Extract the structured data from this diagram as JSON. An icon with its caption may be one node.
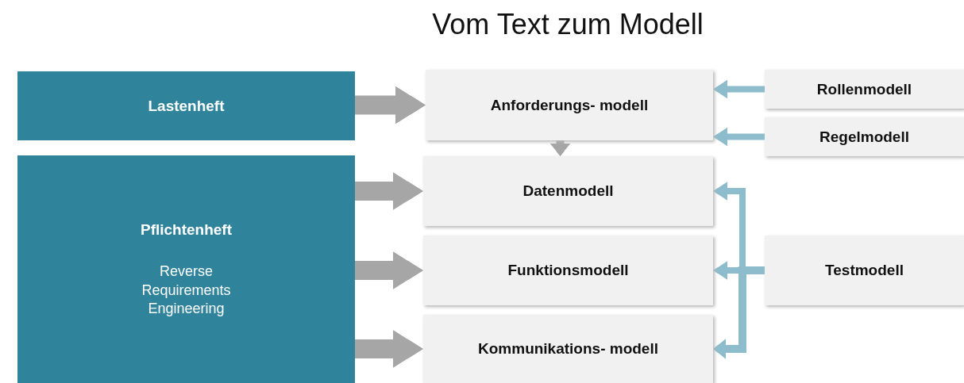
{
  "diagram": {
    "title": "Vom Text zum Modell",
    "nodes": [
      {
        "text": [
          "Lastenheft"
        ]
      },
      {
        "text": [
          "Pflichtenheft",
          "Reverse Requirements Engineering"
        ]
      },
      {
        "text": [
          "Anforderungs- modell"
        ]
      },
      {
        "text": [
          "Datenmodell"
        ]
      },
      {
        "text": [
          "Funktionsmodell"
        ]
      },
      {
        "text": [
          "Kommunikations- modell"
        ]
      },
      {
        "text": [
          "Rollenmodell"
        ]
      },
      {
        "text": [
          "Regelmodell"
        ]
      },
      {
        "text": [
          "Testmodell"
        ]
      }
    ],
    "edges": [
      {
        "from": 0,
        "to": 2,
        "arrow": "to",
        "style": "thick",
        "color": "#a6a6a6"
      },
      {
        "from": 1,
        "to": 3,
        "arrow": "to",
        "style": "thick",
        "color": "#a6a6a6"
      },
      {
        "from": 1,
        "to": 4,
        "arrow": "to",
        "style": "thick",
        "color": "#a6a6a6"
      },
      {
        "from": 1,
        "to": 5,
        "arrow": "to",
        "style": "thick",
        "color": "#a6a6a6"
      },
      {
        "from": 2,
        "to": 3,
        "arrow": "to",
        "color": "#a6a6a6"
      },
      {
        "from": 6,
        "to": 2,
        "arrow": "to",
        "color": "#8dbdcc"
      },
      {
        "from": 7,
        "to": 2,
        "arrow": "to",
        "color": "#8dbdcc"
      },
      {
        "from": 8,
        "to": 3,
        "arrow": "to",
        "color": "#8dbdcc"
      },
      {
        "from": 8,
        "to": 4,
        "arrow": "to",
        "color": "#8dbdcc"
      },
      {
        "from": 8,
        "to": 5,
        "arrow": "to",
        "color": "#8dbdcc"
      }
    ]
  }
}
